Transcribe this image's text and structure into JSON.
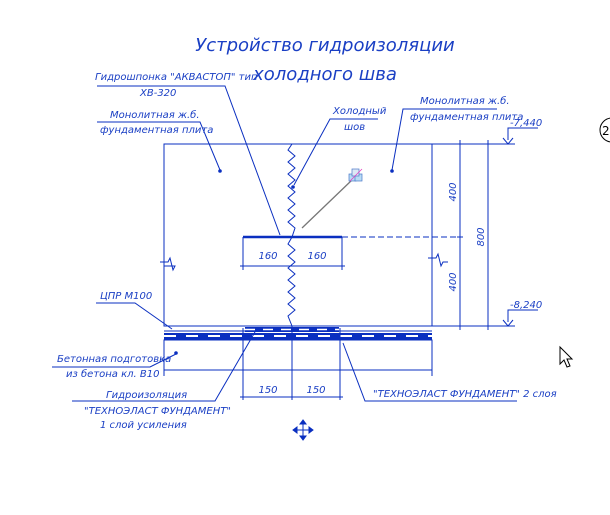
{
  "title": {
    "line1": "Устройство гидроизоляции",
    "line2": "холодного шва"
  },
  "labels": {
    "waterstop_1": "Гидрошпонка \"АКВАСТОП\" тип",
    "waterstop_2": "ХВ-320",
    "slab_left_1": "Монолитная ж.б.",
    "slab_left_2": "фундаментная плита",
    "joint_1": "Холодный",
    "joint_2": "шов",
    "slab_right_1": "Монолитная ж.б.",
    "slab_right_2": "фундаментная плита",
    "screed": "ЦПР М100",
    "prep_1": "Бетонная подготовка",
    "prep_2": "из бетона кл. В10",
    "waterproof_1": "Гидроизоляция",
    "waterproof_2": "\"ТЕХНОЭЛАСТ ФУНДАМЕНТ\"",
    "waterproof_3": "1 слой усиления",
    "waterproof_main": "\"ТЕХНОЭЛАСТ ФУНДАМЕНТ\" 2 слоя"
  },
  "dimensions": {
    "top_half": "400",
    "bottom_half": "400",
    "total": "800",
    "waterstop_left": "160",
    "waterstop_right": "160",
    "strip_left": "150",
    "strip_right": "150"
  },
  "elevations": {
    "top": "-7,440",
    "bottom": "-8,240"
  },
  "section_marker": "2",
  "colors": {
    "drawing": "#0a2fc0",
    "hatch": "#9db0ea"
  }
}
